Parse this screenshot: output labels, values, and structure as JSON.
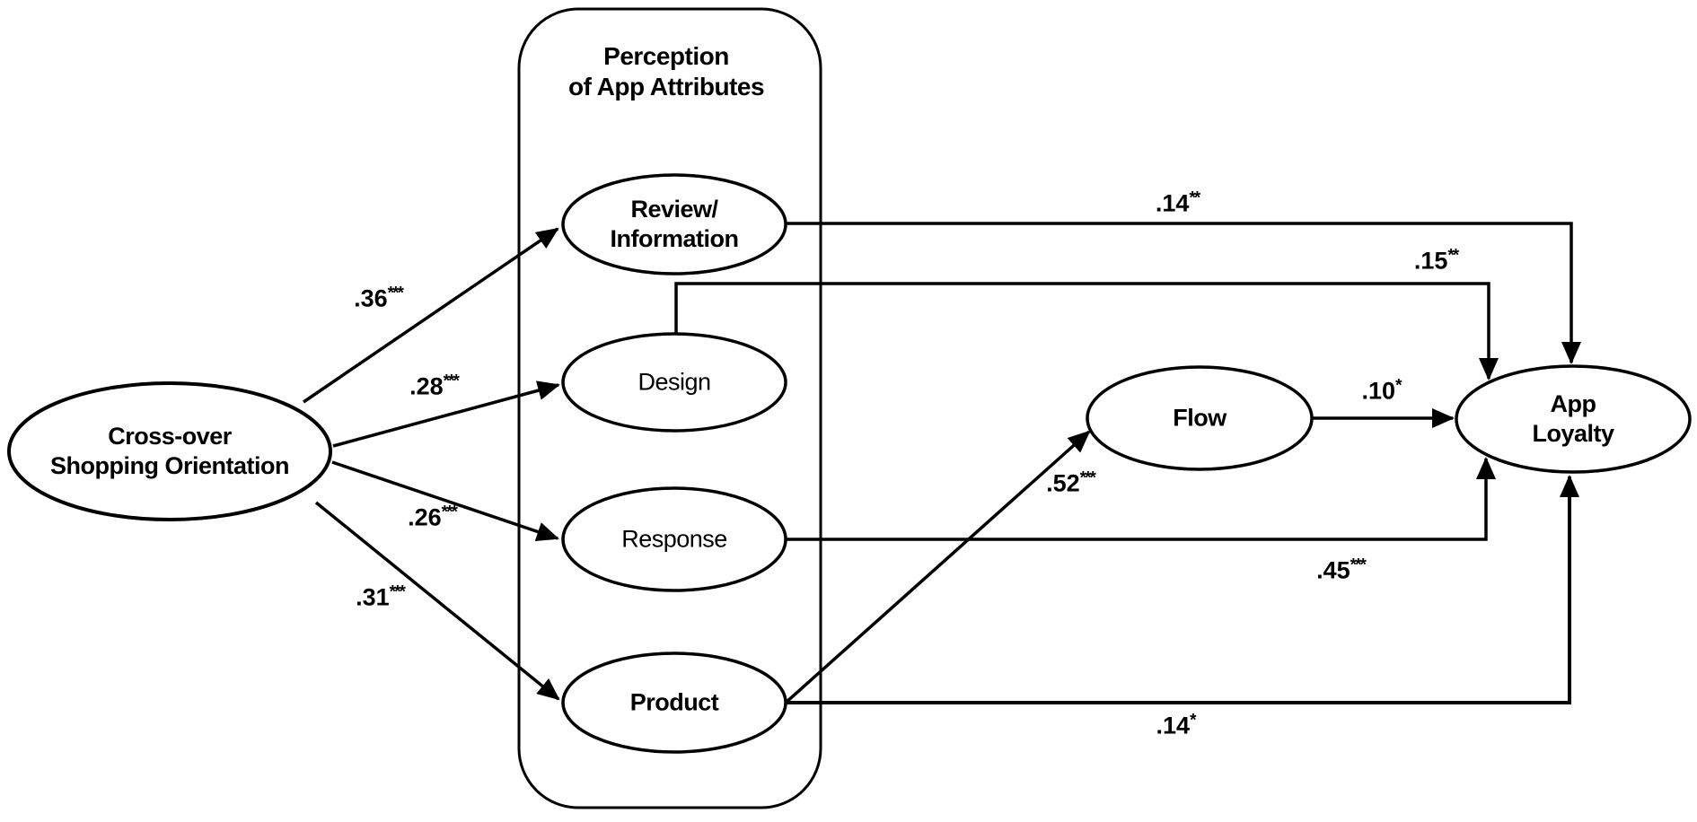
{
  "diagram_title": {
    "line1": "Perception",
    "line2": "of App Attributes"
  },
  "nodes": {
    "cso": {
      "line1": "Cross-over",
      "line2": "Shopping Orientation"
    },
    "review": {
      "line1": "Review/",
      "line2": "Information"
    },
    "design": {
      "label": "Design"
    },
    "response": {
      "label": "Response"
    },
    "product": {
      "label": "Product"
    },
    "flow": {
      "label": "Flow"
    },
    "loyalty": {
      "line1": "App",
      "line2": "Loyalty"
    }
  },
  "coefficients": {
    "cso_review": {
      "value": ".36",
      "stars": "***"
    },
    "cso_design": {
      "value": ".28",
      "stars": "***"
    },
    "cso_response": {
      "value": ".26",
      "stars": "***"
    },
    "cso_product": {
      "value": ".31",
      "stars": "***"
    },
    "review_loyalty": {
      "value": ".14",
      "stars": "**"
    },
    "design_loyalty": {
      "value": ".15",
      "stars": "**"
    },
    "flow_loyalty": {
      "value": ".10",
      "stars": "*"
    },
    "product_flow": {
      "value": ".52",
      "stars": "***"
    },
    "response_loyalty": {
      "value": ".45",
      "stars": "***"
    },
    "product_loyalty": {
      "value": ".14",
      "stars": "*"
    }
  },
  "colors": {
    "stroke": "#000000",
    "background": "#ffffff"
  }
}
